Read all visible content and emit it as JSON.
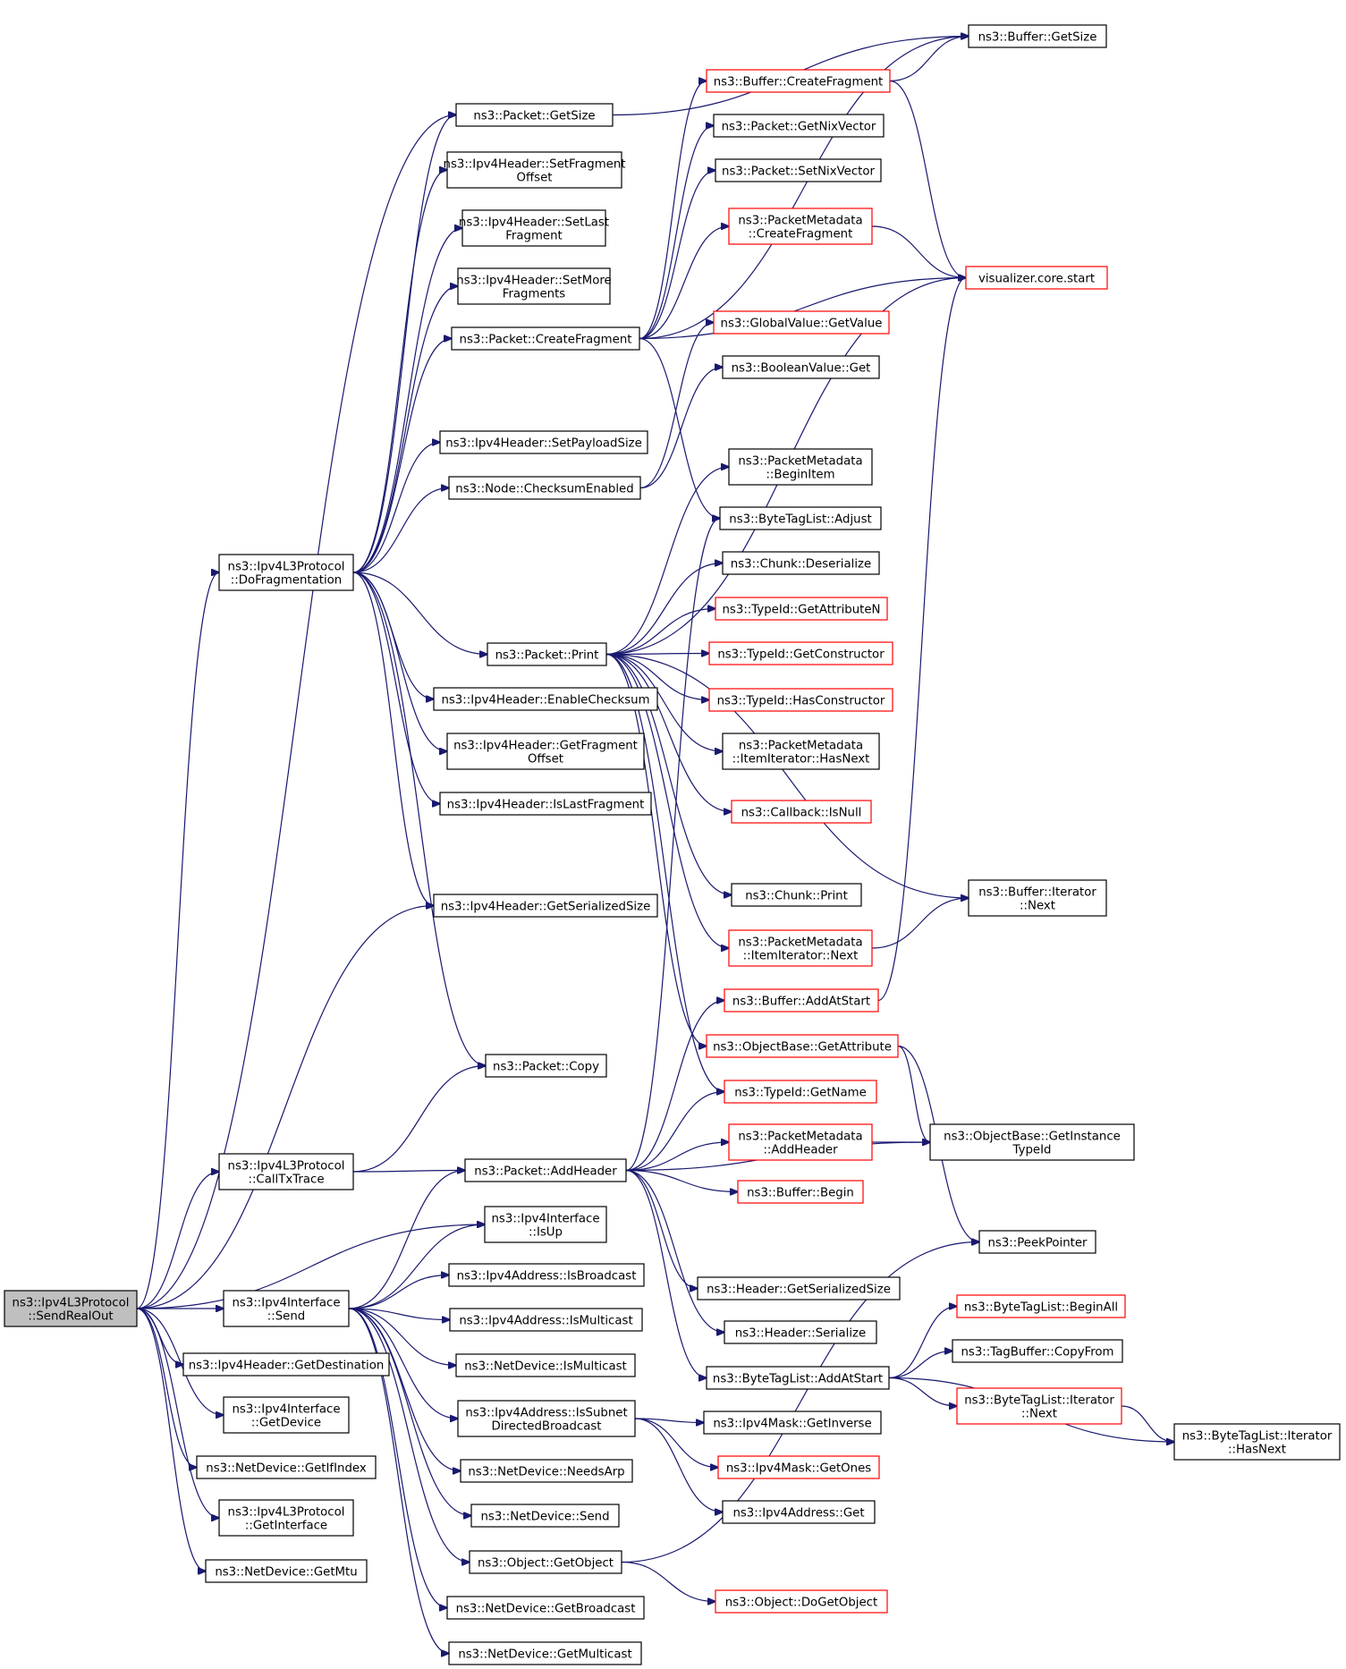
{
  "colors": {
    "edge": "#191970",
    "node_border": "#000000",
    "truncated_border": "#ff0000",
    "root_fill": "#bfbfbf"
  },
  "nodes": [
    {
      "id": "sendrealout",
      "lines": [
        "ns3::Ipv4L3Protocol",
        "::SendRealOut"
      ],
      "root": true
    },
    {
      "id": "dofrag",
      "lines": [
        "ns3::Ipv4L3Protocol",
        "::DoFragmentation"
      ]
    },
    {
      "id": "calltx",
      "lines": [
        "ns3::Ipv4L3Protocol",
        "::CallTxTrace"
      ]
    },
    {
      "id": "ifsend",
      "lines": [
        "ns3::Ipv4Interface",
        "::Send"
      ]
    },
    {
      "id": "getdest",
      "lines": [
        "ns3::Ipv4Header::GetDestination"
      ]
    },
    {
      "id": "ifgetdev",
      "lines": [
        "ns3::Ipv4Interface",
        "::GetDevice"
      ]
    },
    {
      "id": "getifindex",
      "lines": [
        "ns3::NetDevice::GetIfIndex"
      ]
    },
    {
      "id": "getiface",
      "lines": [
        "ns3::Ipv4L3Protocol",
        "::GetInterface"
      ]
    },
    {
      "id": "getmtu",
      "lines": [
        "ns3::NetDevice::GetMtu"
      ]
    },
    {
      "id": "pktgetsize",
      "lines": [
        "ns3::Packet::GetSize"
      ]
    },
    {
      "id": "setfragoff",
      "lines": [
        "ns3::Ipv4Header::SetFragment",
        "Offset"
      ]
    },
    {
      "id": "setlastfrag",
      "lines": [
        "ns3::Ipv4Header::SetLast",
        "Fragment"
      ]
    },
    {
      "id": "setmorefrag",
      "lines": [
        "ns3::Ipv4Header::SetMore",
        "Fragments"
      ]
    },
    {
      "id": "pktcreatefrag",
      "lines": [
        "ns3::Packet::CreateFragment"
      ]
    },
    {
      "id": "setpayload",
      "lines": [
        "ns3::Ipv4Header::SetPayloadSize"
      ]
    },
    {
      "id": "cksumenabled",
      "lines": [
        "ns3::Node::ChecksumEnabled"
      ]
    },
    {
      "id": "pktprint",
      "lines": [
        "ns3::Packet::Print"
      ]
    },
    {
      "id": "enablecksum",
      "lines": [
        "ns3::Ipv4Header::EnableChecksum"
      ]
    },
    {
      "id": "getfragoff",
      "lines": [
        "ns3::Ipv4Header::GetFragment",
        "Offset"
      ]
    },
    {
      "id": "islastfrag",
      "lines": [
        "ns3::Ipv4Header::IsLastFragment"
      ]
    },
    {
      "id": "getsersize",
      "lines": [
        "ns3::Ipv4Header::GetSerializedSize"
      ]
    },
    {
      "id": "pktcopy",
      "lines": [
        "ns3::Packet::Copy"
      ]
    },
    {
      "id": "pktaddheader",
      "lines": [
        "ns3::Packet::AddHeader"
      ]
    },
    {
      "id": "ifisup",
      "lines": [
        "ns3::Ipv4Interface",
        "::IsUp"
      ]
    },
    {
      "id": "isbroadcast",
      "lines": [
        "ns3::Ipv4Address::IsBroadcast"
      ]
    },
    {
      "id": "addrismcast",
      "lines": [
        "ns3::Ipv4Address::IsMulticast"
      ]
    },
    {
      "id": "devismcast",
      "lines": [
        "ns3::NetDevice::IsMulticast"
      ]
    },
    {
      "id": "issubnetdb",
      "lines": [
        "ns3::Ipv4Address::IsSubnet",
        "DirectedBroadcast"
      ]
    },
    {
      "id": "needsarp",
      "lines": [
        "ns3::NetDevice::NeedsArp"
      ]
    },
    {
      "id": "devsend",
      "lines": [
        "ns3::NetDevice::Send"
      ]
    },
    {
      "id": "objgetobj",
      "lines": [
        "ns3::Object::GetObject"
      ]
    },
    {
      "id": "getbcast",
      "lines": [
        "ns3::NetDevice::GetBroadcast"
      ]
    },
    {
      "id": "getmcast",
      "lines": [
        "ns3::NetDevice::GetMulticast"
      ]
    },
    {
      "id": "bufgetsize",
      "lines": [
        "ns3::Buffer::GetSize"
      ]
    },
    {
      "id": "bufcreatefrag",
      "lines": [
        "ns3::Buffer::CreateFragment"
      ],
      "truncated": true
    },
    {
      "id": "getnix",
      "lines": [
        "ns3::Packet::GetNixVector"
      ]
    },
    {
      "id": "setnix",
      "lines": [
        "ns3::Packet::SetNixVector"
      ]
    },
    {
      "id": "pmcreatefrag",
      "lines": [
        "ns3::PacketMetadata",
        "::CreateFragment"
      ],
      "truncated": true
    },
    {
      "id": "vizstart",
      "lines": [
        "visualizer.core.start"
      ],
      "truncated": true
    },
    {
      "id": "gvgetvalue",
      "lines": [
        "ns3::GlobalValue::GetValue"
      ],
      "truncated": true
    },
    {
      "id": "boolget",
      "lines": [
        "ns3::BooleanValue::Get"
      ]
    },
    {
      "id": "pmbeginitem",
      "lines": [
        "ns3::PacketMetadata",
        "::BeginItem"
      ]
    },
    {
      "id": "btladjust",
      "lines": [
        "ns3::ByteTagList::Adjust"
      ]
    },
    {
      "id": "chunkdeser",
      "lines": [
        "ns3::Chunk::Deserialize"
      ]
    },
    {
      "id": "getattrn",
      "lines": [
        "ns3::TypeId::GetAttributeN"
      ],
      "truncated": true
    },
    {
      "id": "getctor",
      "lines": [
        "ns3::TypeId::GetConstructor"
      ],
      "truncated": true
    },
    {
      "id": "hasctor",
      "lines": [
        "ns3::TypeId::HasConstructor"
      ],
      "truncated": true
    },
    {
      "id": "pmithasnext",
      "lines": [
        "ns3::PacketMetadata",
        "::ItemIterator::HasNext"
      ]
    },
    {
      "id": "cbisnull",
      "lines": [
        "ns3::Callback::IsNull"
      ],
      "truncated": true
    },
    {
      "id": "chunkprint",
      "lines": [
        "ns3::Chunk::Print"
      ]
    },
    {
      "id": "pmitnext",
      "lines": [
        "ns3::PacketMetadata",
        "::ItemIterator::Next"
      ],
      "truncated": true
    },
    {
      "id": "bufitnext",
      "lines": [
        "ns3::Buffer::Iterator",
        "::Next"
      ]
    },
    {
      "id": "bufaddatstart",
      "lines": [
        "ns3::Buffer::AddAtStart"
      ],
      "truncated": true
    },
    {
      "id": "obgetattr",
      "lines": [
        "ns3::ObjectBase::GetAttribute"
      ],
      "truncated": true
    },
    {
      "id": "typeidgetname",
      "lines": [
        "ns3::TypeId::GetName"
      ],
      "truncated": true
    },
    {
      "id": "pmaddheader",
      "lines": [
        "ns3::PacketMetadata",
        "::AddHeader"
      ],
      "truncated": true
    },
    {
      "id": "obgetinst",
      "lines": [
        "ns3::ObjectBase::GetInstance",
        "TypeId"
      ]
    },
    {
      "id": "bufbegin",
      "lines": [
        "ns3::Buffer::Begin"
      ],
      "truncated": true
    },
    {
      "id": "peekptr",
      "lines": [
        "ns3::PeekPointer"
      ]
    },
    {
      "id": "hdrgetser",
      "lines": [
        "ns3::Header::GetSerializedSize"
      ]
    },
    {
      "id": "hdrser",
      "lines": [
        "ns3::Header::Serialize"
      ]
    },
    {
      "id": "btlbeginall",
      "lines": [
        "ns3::ByteTagList::BeginAll"
      ],
      "truncated": true
    },
    {
      "id": "btladdatstart",
      "lines": [
        "ns3::ByteTagList::AddAtStart"
      ]
    },
    {
      "id": "tbcopyfrom",
      "lines": [
        "ns3::TagBuffer::CopyFrom"
      ]
    },
    {
      "id": "btlitnext",
      "lines": [
        "ns3::ByteTagList::Iterator",
        "::Next"
      ],
      "truncated": true
    },
    {
      "id": "btlithasnext",
      "lines": [
        "ns3::ByteTagList::Iterator",
        "::HasNext"
      ]
    },
    {
      "id": "getinverse",
      "lines": [
        "ns3::Ipv4Mask::GetInverse"
      ]
    },
    {
      "id": "getones",
      "lines": [
        "ns3::Ipv4Mask::GetOnes"
      ],
      "truncated": true
    },
    {
      "id": "addrget",
      "lines": [
        "ns3::Ipv4Address::Get"
      ]
    },
    {
      "id": "dogetobj",
      "lines": [
        "ns3::Object::DoGetObject"
      ],
      "truncated": true
    }
  ],
  "edges": [
    [
      "sendrealout",
      "pktgetsize"
    ],
    [
      "sendrealout",
      "dofrag"
    ],
    [
      "sendrealout",
      "getsersize"
    ],
    [
      "sendrealout",
      "calltx"
    ],
    [
      "sendrealout",
      "ifisup"
    ],
    [
      "sendrealout",
      "ifsend"
    ],
    [
      "sendrealout",
      "getdest"
    ],
    [
      "sendrealout",
      "ifgetdev"
    ],
    [
      "sendrealout",
      "getifindex"
    ],
    [
      "sendrealout",
      "getiface"
    ],
    [
      "sendrealout",
      "getmtu"
    ],
    [
      "dofrag",
      "pktgetsize"
    ],
    [
      "dofrag",
      "setfragoff"
    ],
    [
      "dofrag",
      "setlastfrag"
    ],
    [
      "dofrag",
      "setmorefrag"
    ],
    [
      "dofrag",
      "pktcreatefrag"
    ],
    [
      "dofrag",
      "setpayload"
    ],
    [
      "dofrag",
      "cksumenabled"
    ],
    [
      "dofrag",
      "pktprint"
    ],
    [
      "dofrag",
      "enablecksum"
    ],
    [
      "dofrag",
      "getfragoff"
    ],
    [
      "dofrag",
      "islastfrag"
    ],
    [
      "dofrag",
      "getsersize"
    ],
    [
      "dofrag",
      "pktcopy"
    ],
    [
      "calltx",
      "pktcopy"
    ],
    [
      "calltx",
      "pktaddheader"
    ],
    [
      "ifsend",
      "pktaddheader"
    ],
    [
      "ifsend",
      "ifisup"
    ],
    [
      "ifsend",
      "isbroadcast"
    ],
    [
      "ifsend",
      "addrismcast"
    ],
    [
      "ifsend",
      "devismcast"
    ],
    [
      "ifsend",
      "issubnetdb"
    ],
    [
      "ifsend",
      "needsarp"
    ],
    [
      "ifsend",
      "devsend"
    ],
    [
      "ifsend",
      "objgetobj"
    ],
    [
      "ifsend",
      "getbcast"
    ],
    [
      "ifsend",
      "getmcast"
    ],
    [
      "pktgetsize",
      "bufgetsize"
    ],
    [
      "pktcreatefrag",
      "bufcreatefrag"
    ],
    [
      "pktcreatefrag",
      "bufgetsize"
    ],
    [
      "pktcreatefrag",
      "getnix"
    ],
    [
      "pktcreatefrag",
      "setnix"
    ],
    [
      "pktcreatefrag",
      "pmcreatefrag"
    ],
    [
      "pktcreatefrag",
      "vizstart"
    ],
    [
      "pktcreatefrag",
      "btladjust"
    ],
    [
      "bufcreatefrag",
      "bufgetsize"
    ],
    [
      "bufcreatefrag",
      "vizstart"
    ],
    [
      "pmcreatefrag",
      "vizstart"
    ],
    [
      "cksumenabled",
      "gvgetvalue"
    ],
    [
      "cksumenabled",
      "boolget"
    ],
    [
      "pktprint",
      "vizstart"
    ],
    [
      "pktprint",
      "pmbeginitem"
    ],
    [
      "pktprint",
      "chunkdeser"
    ],
    [
      "pktprint",
      "getattrn"
    ],
    [
      "pktprint",
      "getctor"
    ],
    [
      "pktprint",
      "hasctor"
    ],
    [
      "pktprint",
      "pmithasnext"
    ],
    [
      "pktprint",
      "cbisnull"
    ],
    [
      "pktprint",
      "bufitnext"
    ],
    [
      "pktprint",
      "chunkprint"
    ],
    [
      "pktprint",
      "pmitnext"
    ],
    [
      "pktprint",
      "obgetattr"
    ],
    [
      "pktprint",
      "typeidgetname"
    ],
    [
      "pmitnext",
      "bufitnext"
    ],
    [
      "bufaddatstart",
      "vizstart"
    ],
    [
      "obgetattr",
      "obgetinst"
    ],
    [
      "obgetattr",
      "peekptr"
    ],
    [
      "pmaddheader",
      "obgetinst"
    ],
    [
      "pktaddheader",
      "btladjust"
    ],
    [
      "pktaddheader",
      "bufaddatstart"
    ],
    [
      "pktaddheader",
      "typeidgetname"
    ],
    [
      "pktaddheader",
      "pmaddheader"
    ],
    [
      "pktaddheader",
      "obgetinst"
    ],
    [
      "pktaddheader",
      "bufbegin"
    ],
    [
      "pktaddheader",
      "hdrgetser"
    ],
    [
      "pktaddheader",
      "hdrser"
    ],
    [
      "pktaddheader",
      "btladdatstart"
    ],
    [
      "btladdatstart",
      "btlbeginall"
    ],
    [
      "btladdatstart",
      "tbcopyfrom"
    ],
    [
      "btladdatstart",
      "btlitnext"
    ],
    [
      "btladdatstart",
      "btlithasnext"
    ],
    [
      "btlitnext",
      "btlithasnext"
    ],
    [
      "issubnetdb",
      "getinverse"
    ],
    [
      "issubnetdb",
      "getones"
    ],
    [
      "issubnetdb",
      "addrget"
    ],
    [
      "objgetobj",
      "dogetobj"
    ],
    [
      "objgetobj",
      "peekptr"
    ]
  ]
}
